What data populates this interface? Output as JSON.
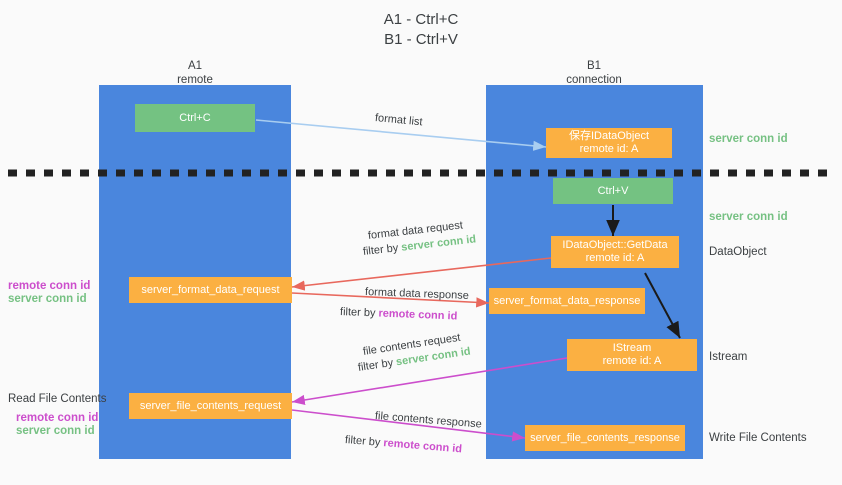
{
  "title": {
    "line1": "A1 - Ctrl+C",
    "line2": "B1 - Ctrl+V"
  },
  "columns": [
    {
      "name": "A1",
      "sub": "remote"
    },
    {
      "name": "B1",
      "sub": "connection"
    }
  ],
  "nodes": {
    "ctrl_c": {
      "label": "Ctrl+C"
    },
    "ctrl_v": {
      "label": "Ctrl+V"
    },
    "idataobject": {
      "line1": "保存IDataObject",
      "line2": "remote id: A"
    },
    "getdata": {
      "line1": "IDataObject::GetData",
      "line2": "remote id: A"
    },
    "istream": {
      "line1": "IStream",
      "line2": "remote id: A"
    },
    "fmt_req": {
      "label": "server_format_data_request"
    },
    "fmt_res": {
      "label": "server_format_data_response"
    },
    "file_req": {
      "label": "server_file_contents_request"
    },
    "file_res": {
      "label": "server_file_contents_response"
    }
  },
  "right_labels": {
    "server_conn_id_1": "server conn id",
    "server_conn_id_2": "server conn id",
    "dataobject": "DataObject",
    "istream": "Istream",
    "write_file_contents": "Write File Contents"
  },
  "left_labels": {
    "remote_conn_id_1": "remote conn id",
    "server_conn_id_1": "server conn id",
    "read_file_contents": "Read File Contents",
    "remote_conn_id_2": "remote conn id",
    "server_conn_id_2": "server conn id"
  },
  "edges": {
    "format_list": "format list",
    "format_data_request": "format data request",
    "format_data_request_filter_pre": "filter by ",
    "format_data_request_filter_key": "server conn id",
    "format_data_response": "format data response",
    "format_data_response_filter_pre": "filter by ",
    "format_data_response_filter_key": "remote conn id",
    "file_contents_request": "file contents request",
    "file_contents_request_filter_pre": "filter by ",
    "file_contents_request_filter_key": "server conn id",
    "file_contents_response": "file contents response",
    "file_contents_response_filter_pre": "filter by ",
    "file_contents_response_filter_key": "remote conn id"
  },
  "colors": {
    "lane": "#4a86dd",
    "node_green": "#74c282",
    "node_orange": "#fbb042",
    "accent_green": "#76c183",
    "accent_magenta": "#cc4ecc",
    "arrow_blue": "#a8cdf0",
    "arrow_red": "#e8685d",
    "arrow_magenta": "#cc4ecc",
    "arrow_black": "#1a1a1a",
    "background": "#fafafa",
    "text": "#3c4043"
  }
}
